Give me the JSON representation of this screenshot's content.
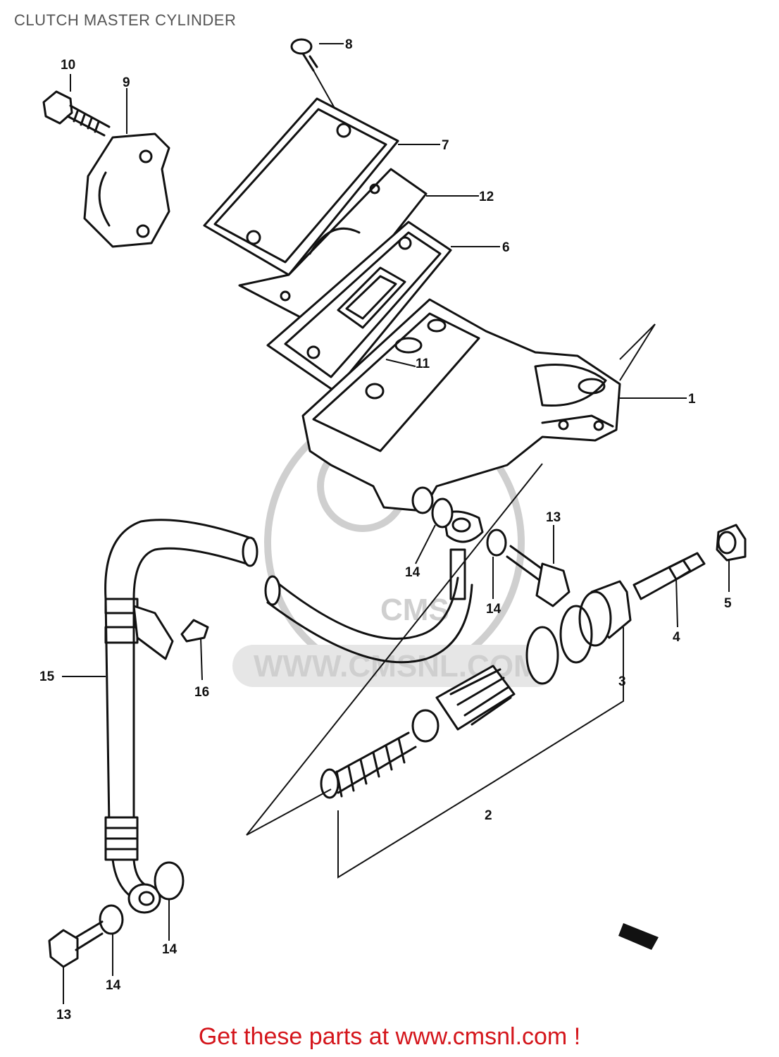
{
  "page": {
    "title": "CLUTCH MASTER CYLINDER"
  },
  "watermark": {
    "url_text": "WWW.CMSNL.COM",
    "logo_text": "CMS",
    "color": "#cfcfcf"
  },
  "footer": {
    "text": "Get these parts at www.cmsnl.com !",
    "color": "#d4151b"
  },
  "callouts": [
    "1",
    "2",
    "3",
    "4",
    "5",
    "6",
    "7",
    "8",
    "9",
    "10",
    "11",
    "12",
    "13",
    "13",
    "14",
    "14",
    "14",
    "14",
    "15",
    "16"
  ]
}
